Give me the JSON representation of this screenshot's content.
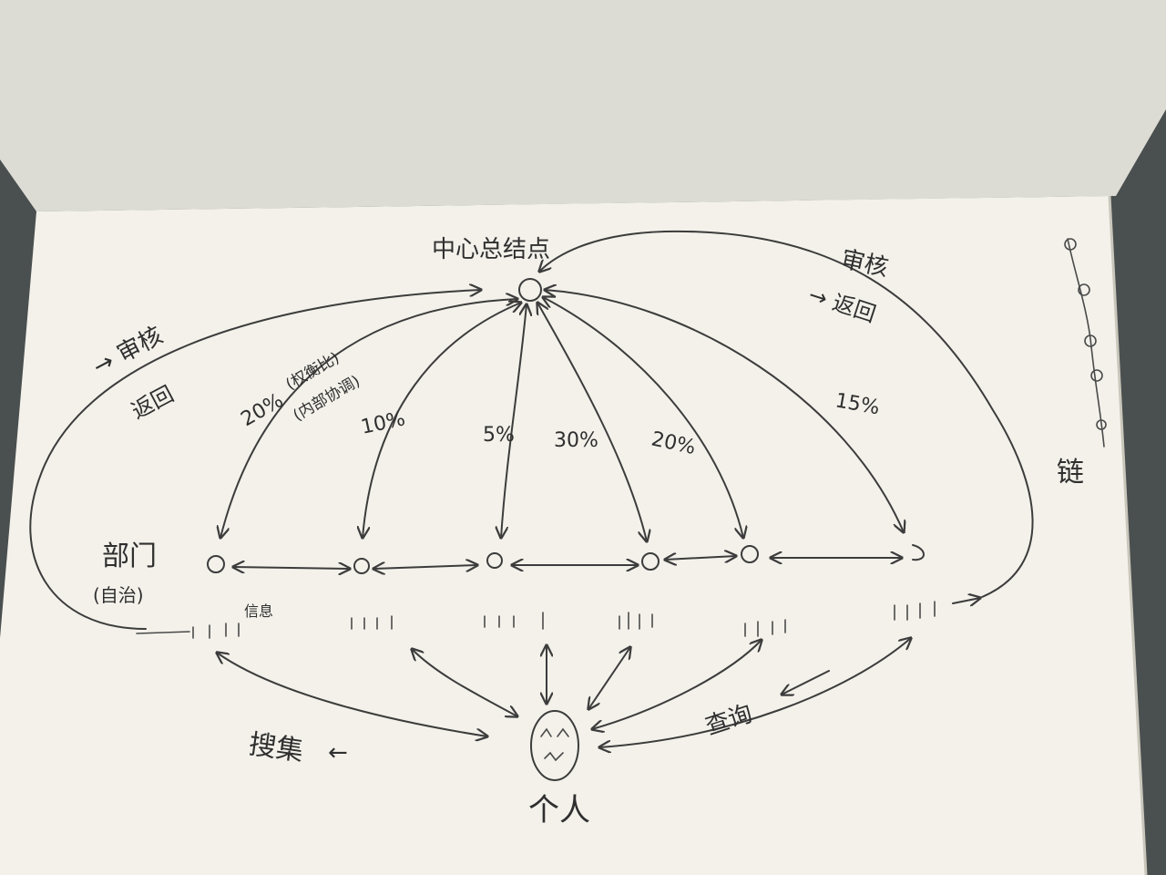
{
  "diagram": {
    "center_label": "中心总结点",
    "review_left": "→ 审核",
    "return_left": "返回",
    "review_right": "审核",
    "return_right": "→ 返回",
    "dept_label": "部门",
    "dept_sub": "(自治)",
    "info_label": "信息",
    "search_label": "搜集",
    "search_arrow": "←",
    "query_label": "查询",
    "person_label": "个人",
    "chain_label": "链",
    "edges": [
      {
        "percent": "20%",
        "note1": "(权衡比)",
        "note2": "(内部协调)"
      },
      {
        "percent": "10%"
      },
      {
        "percent": "5%"
      },
      {
        "percent": "30%"
      },
      {
        "percent": "20%"
      },
      {
        "percent": "15%"
      }
    ]
  },
  "colors": {
    "background": "#4a4f4f",
    "paper": "#f3f1ea",
    "ink": "#2f2f2f"
  }
}
